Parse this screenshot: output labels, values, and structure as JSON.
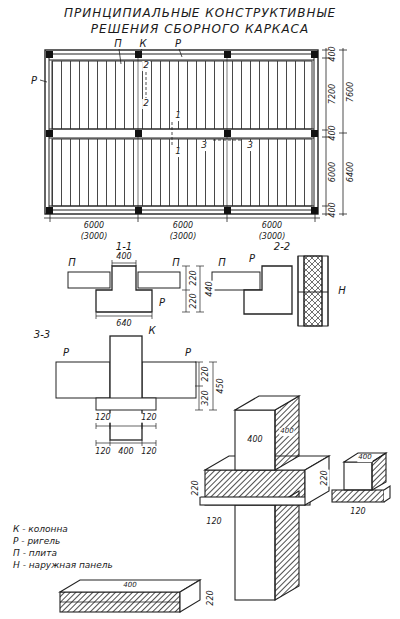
{
  "diagram": {
    "title": "ПРИНЦИПИАЛЬНЫЕ КОНСТРУКТИВНЫЕ РЕШЕНИЯ СБОРНОГО КАРКАСА",
    "labels": [
      "П",
      "К",
      "Р",
      "Р",
      "2",
      "2",
      "1",
      "1",
      "3",
      "3",
      "400",
      "7200",
      "7600",
      "400",
      "6000",
      "6400",
      "400",
      "6000",
      "(3000)",
      "6000",
      "(3000)",
      "6000",
      "(3000)",
      "1-1",
      "П",
      "П",
      "400",
      "220",
      "220",
      "440",
      "640",
      "Р",
      "2-2",
      "П",
      "Р",
      "Н",
      "3-3",
      "Р",
      "К",
      "Р",
      "120",
      "120",
      "220",
      "450",
      "320",
      "120",
      "400",
      "120",
      "400",
      "400",
      "220",
      "120",
      "400",
      "220",
      "120",
      "К - колонна",
      "Р - ригель",
      "П - плита",
      "Н - наружная панель",
      "400",
      "220"
    ]
  }
}
